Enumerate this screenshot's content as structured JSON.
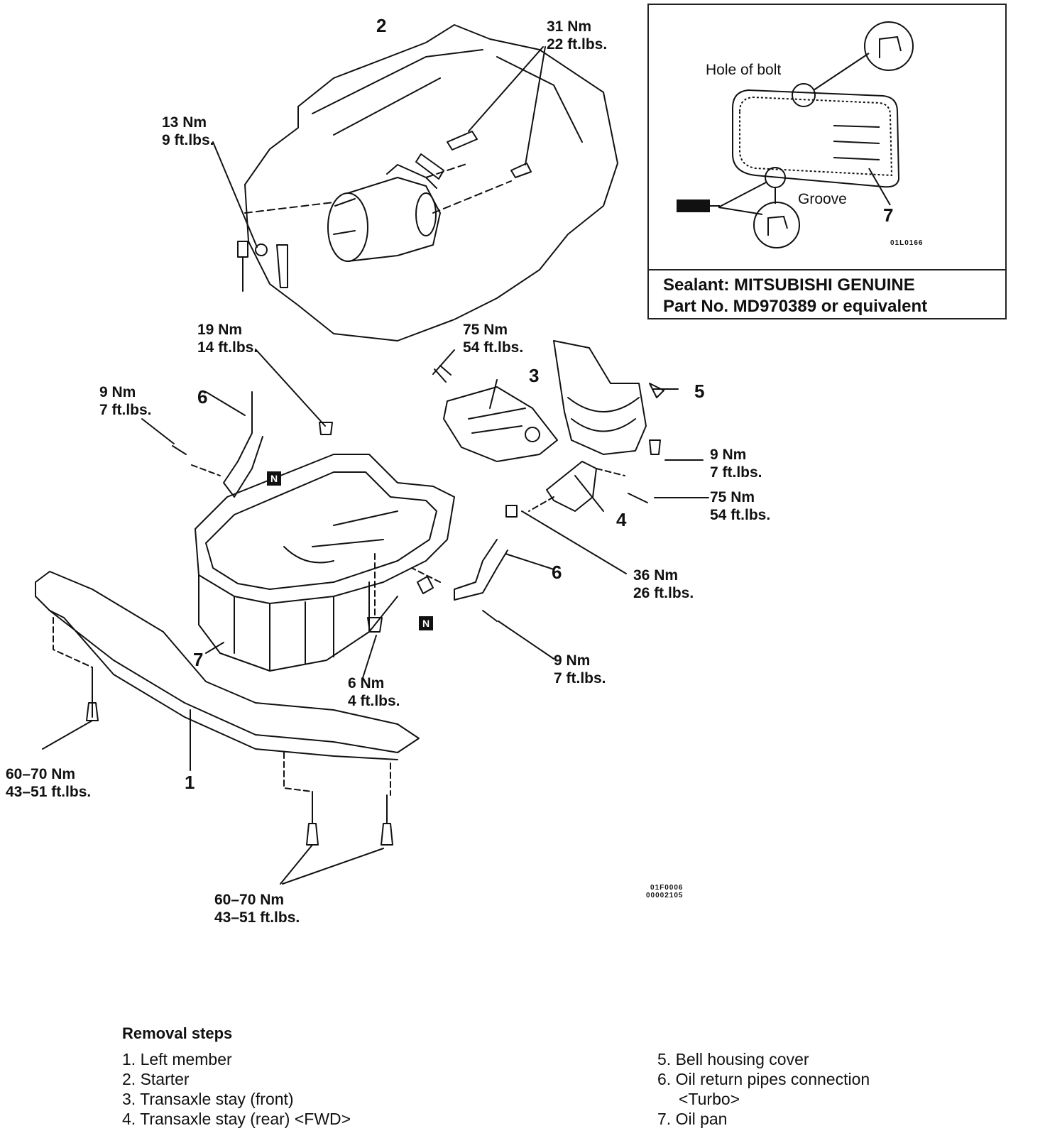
{
  "torque_labels": {
    "t1": {
      "nm": "31 Nm",
      "ft": "22 ft.lbs."
    },
    "t2": {
      "nm": "13 Nm",
      "ft": "9 ft.lbs."
    },
    "t3": {
      "nm": "19 Nm",
      "ft": "14 ft.lbs."
    },
    "t4": {
      "nm": "75 Nm",
      "ft": "54 ft.lbs."
    },
    "t5": {
      "nm": "9 Nm",
      "ft": "7 ft.lbs."
    },
    "t6": {
      "nm": "9 Nm",
      "ft": "7 ft.lbs."
    },
    "t7": {
      "nm": "75 Nm",
      "ft": "54 ft.lbs."
    },
    "t8": {
      "nm": "36 Nm",
      "ft": "26 ft.lbs."
    },
    "t9": {
      "nm": "9 Nm",
      "ft": "7 ft.lbs."
    },
    "t10": {
      "nm": "6 Nm",
      "ft": "4 ft.lbs."
    },
    "t11": {
      "nm": "60–70 Nm",
      "ft": "43–51 ft.lbs."
    },
    "t12": {
      "nm": "60–70 Nm",
      "ft": "43–51 ft.lbs."
    }
  },
  "part_numbers": {
    "p2": "2",
    "p3": "3",
    "p5": "5",
    "p6a": "6",
    "p6b": "6",
    "p4": "4",
    "p7": "7",
    "p1": "1",
    "p7inset": "7"
  },
  "new_part_marker": "N",
  "inset": {
    "hole_label": "Hole of bolt",
    "groove_label": "Groove",
    "code": "01L0166",
    "sealant_line1": "Sealant: MITSUBISHI GENUINE",
    "sealant_line2": "Part No. MD970389 or equivalent"
  },
  "figure_codes": {
    "line1": "01F0006",
    "line2": "00002105"
  },
  "removal": {
    "title": "Removal steps",
    "steps_left": [
      "1. Left member",
      "2. Starter",
      "3. Transaxle stay (front)",
      "4. Transaxle stay (rear) <FWD>"
    ],
    "steps_right": [
      "5. Bell housing cover",
      "6. Oil return pipes connection",
      "<Turbo>",
      "7. Oil pan"
    ]
  }
}
